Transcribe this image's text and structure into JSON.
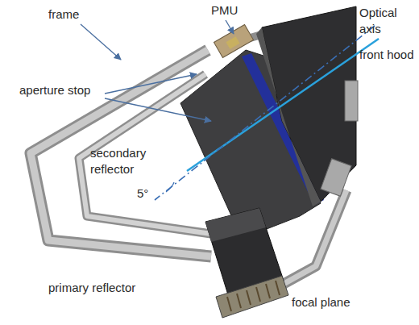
{
  "diagram": {
    "labels": [
      "frame",
      "PMU",
      "Optical axis",
      "front hood",
      "aperture stop",
      "secondary reflector",
      "5°",
      "primary reflector",
      "focal plane"
    ]
  }
}
